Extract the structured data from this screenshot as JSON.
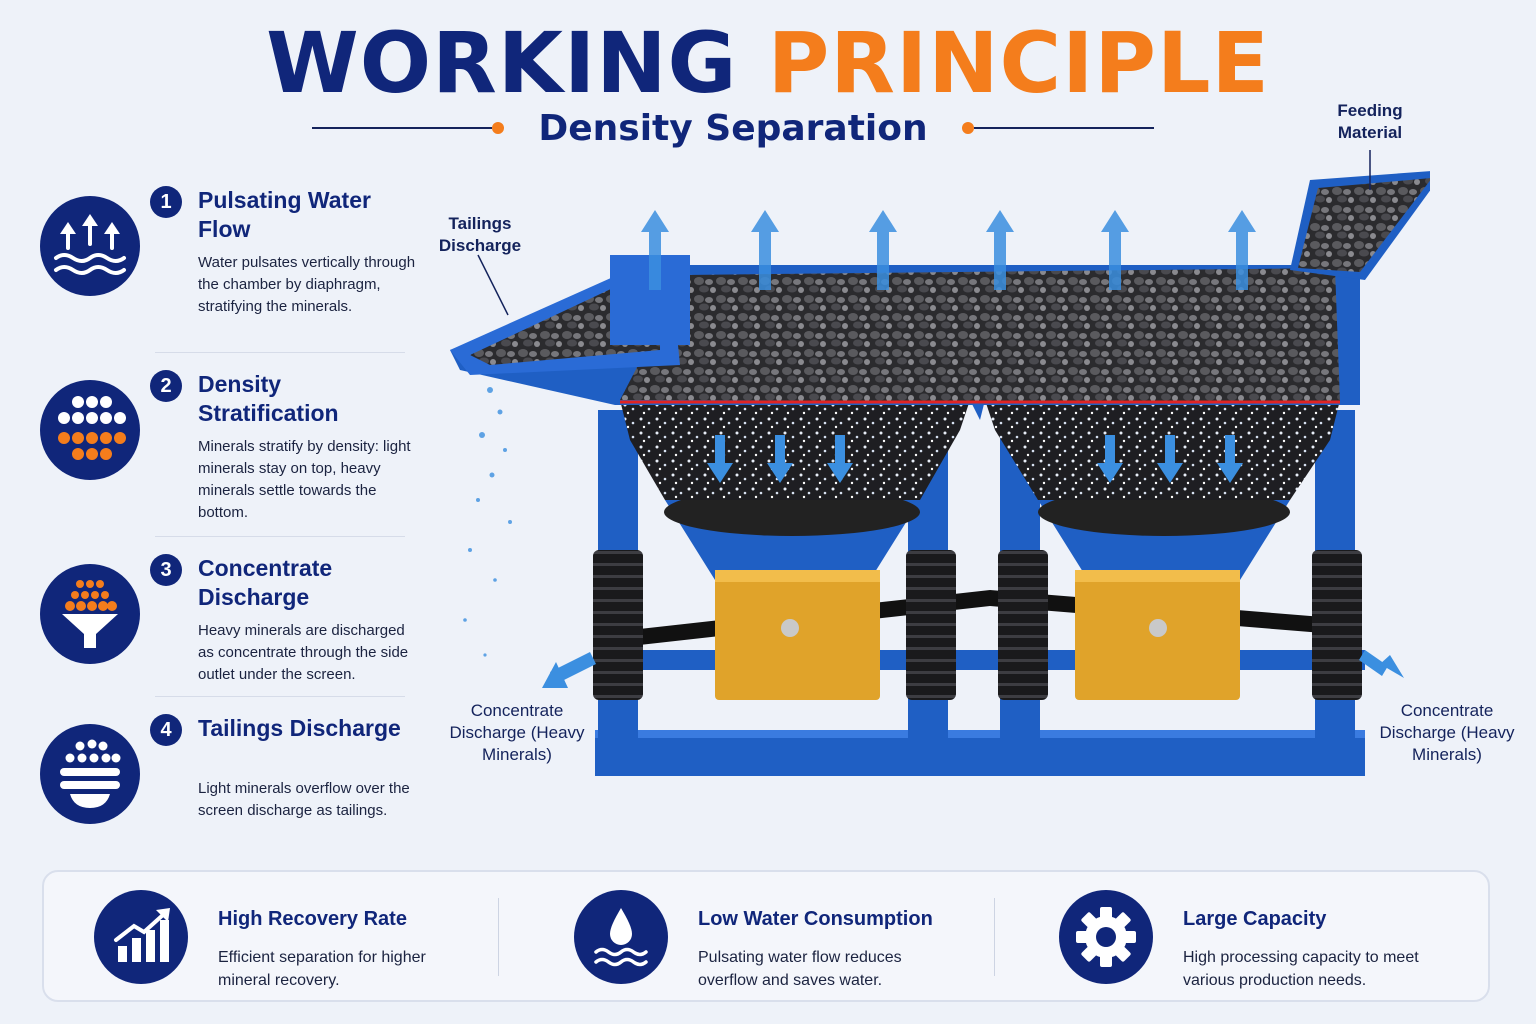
{
  "header": {
    "title_part1": "WORKING",
    "title_part2": "PRINCIPLE",
    "subtitle": "Density Separation"
  },
  "steps": [
    {
      "number": "1",
      "title": "Pulsating Water Flow",
      "desc": "Water pulsates vertically through the chamber by diaphragm, stratifying the minerals.",
      "icon": "pulsating-water-icon"
    },
    {
      "number": "2",
      "title": "Density Stratification",
      "desc": "Minerals stratify by density: light minerals stay on top, heavy minerals settle towards the bottom.",
      "icon": "stratification-icon"
    },
    {
      "number": "3",
      "title": "Concentrate Discharge",
      "desc": "Heavy minerals are discharged as concentrate through the side outlet under the screen.",
      "icon": "funnel-icon"
    },
    {
      "number": "4",
      "title": "Tailings Discharge",
      "desc": "Light minerals overflow over the screen discharge as tailings.",
      "icon": "tailings-icon"
    }
  ],
  "diagram_labels": {
    "feeding": "Feeding Material",
    "tailings": "Tailings Discharge",
    "concentrate_left": "Concentrate Discharge (Heavy Minerals)",
    "concentrate_right": "Concentrate Discharge (Heavy Minerals)"
  },
  "features": [
    {
      "title": "High Recovery Rate",
      "desc": "Efficient separation for higher mineral recovery.",
      "icon": "chart-growth-icon"
    },
    {
      "title": "Low Water Consumption",
      "desc": "Pulsating water flow reduces overflow and saves water.",
      "icon": "water-drop-icon"
    },
    {
      "title": "Large Capacity",
      "desc": "High processing capacity to meet various production needs.",
      "icon": "gear-icon"
    }
  ],
  "colors": {
    "navy": "#10267a",
    "orange": "#f47d1c",
    "machine_blue": "#1f5fc4",
    "motor_yellow": "#e0a32a",
    "arrow_blue": "#3b8fe0"
  }
}
